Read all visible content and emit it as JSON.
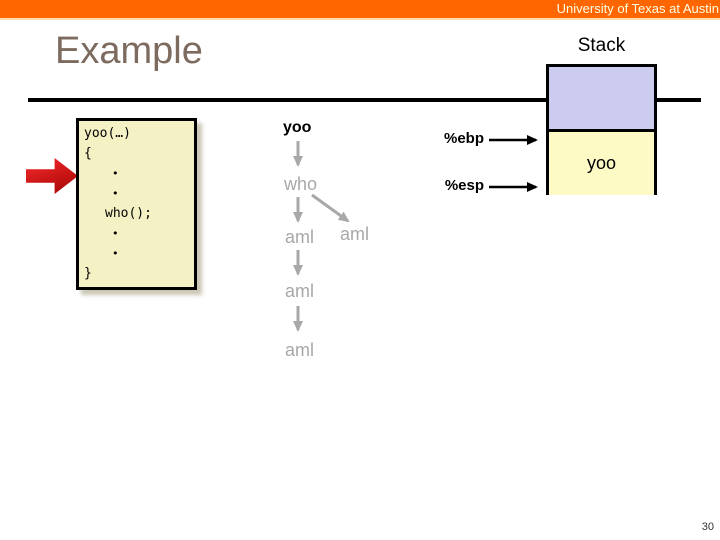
{
  "header": {
    "institution": "University of Texas at Austin"
  },
  "title": "Example",
  "page_number": "30",
  "code_box": {
    "lines": {
      "signature": "yoo(…)",
      "open_brace": "{",
      "bullet": "•",
      "call": "who();",
      "close_brace": "}"
    }
  },
  "call_tree": {
    "root": "yoo",
    "child": "who",
    "grandchild_left1": "aml",
    "grandchild_right": "aml",
    "grandchild_left2": "aml",
    "grandchild_left3": "aml"
  },
  "stack": {
    "label": "Stack",
    "frame_top_label": "",
    "frame_yoo_label": "yoo",
    "reg_ebp": "%ebp",
    "reg_esp": "%esp"
  },
  "colors": {
    "header_bg": "#ff6600",
    "title": "#7d6b60",
    "code_box_bg": "#f4f1c5",
    "stack_frame_top_bg": "#ccccee",
    "stack_frame_yoo_bg": "#fdfac6",
    "tree_gray": "#a8a8a8",
    "arrow_red": "#c41212"
  }
}
